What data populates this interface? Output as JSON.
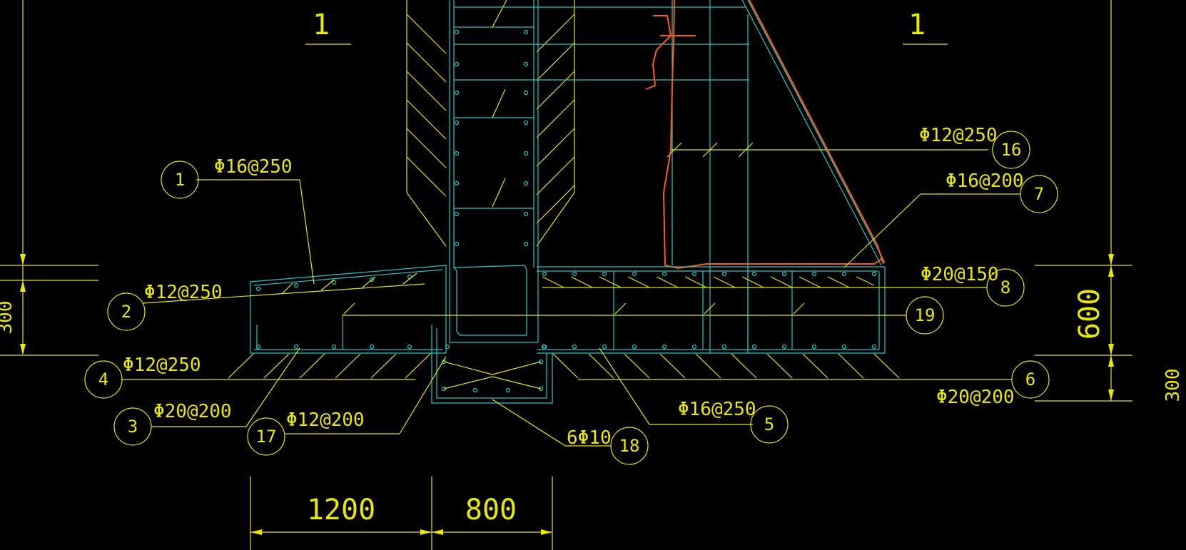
{
  "section_marks": [
    "1",
    "1"
  ],
  "dimensions": {
    "bottom_left": "1200",
    "bottom_right": "800",
    "right_upper": "600",
    "right_lower": "300",
    "left_partial": "300"
  },
  "callouts": [
    {
      "id": "1",
      "label": "Φ16@250"
    },
    {
      "id": "2",
      "label": "Φ12@250"
    },
    {
      "id": "4",
      "label": "Φ12@250"
    },
    {
      "id": "3",
      "label": "Φ20@200"
    },
    {
      "id": "17",
      "label": "Φ12@200"
    },
    {
      "id": "5",
      "label": "Φ16@250"
    },
    {
      "id": "18",
      "label": "6Φ10"
    },
    {
      "id": "16",
      "label": "Φ12@250"
    },
    {
      "id": "7",
      "label": "Φ16@200"
    },
    {
      "id": "8",
      "label": "Φ20@150"
    },
    {
      "id": "19",
      "label": ""
    },
    {
      "id": "6",
      "label": "Φ20@200"
    }
  ],
  "colors": {
    "annotation": "#e8e800",
    "rebar": "#23c8c8",
    "markup": "#ff5a14",
    "background": "#000000"
  }
}
